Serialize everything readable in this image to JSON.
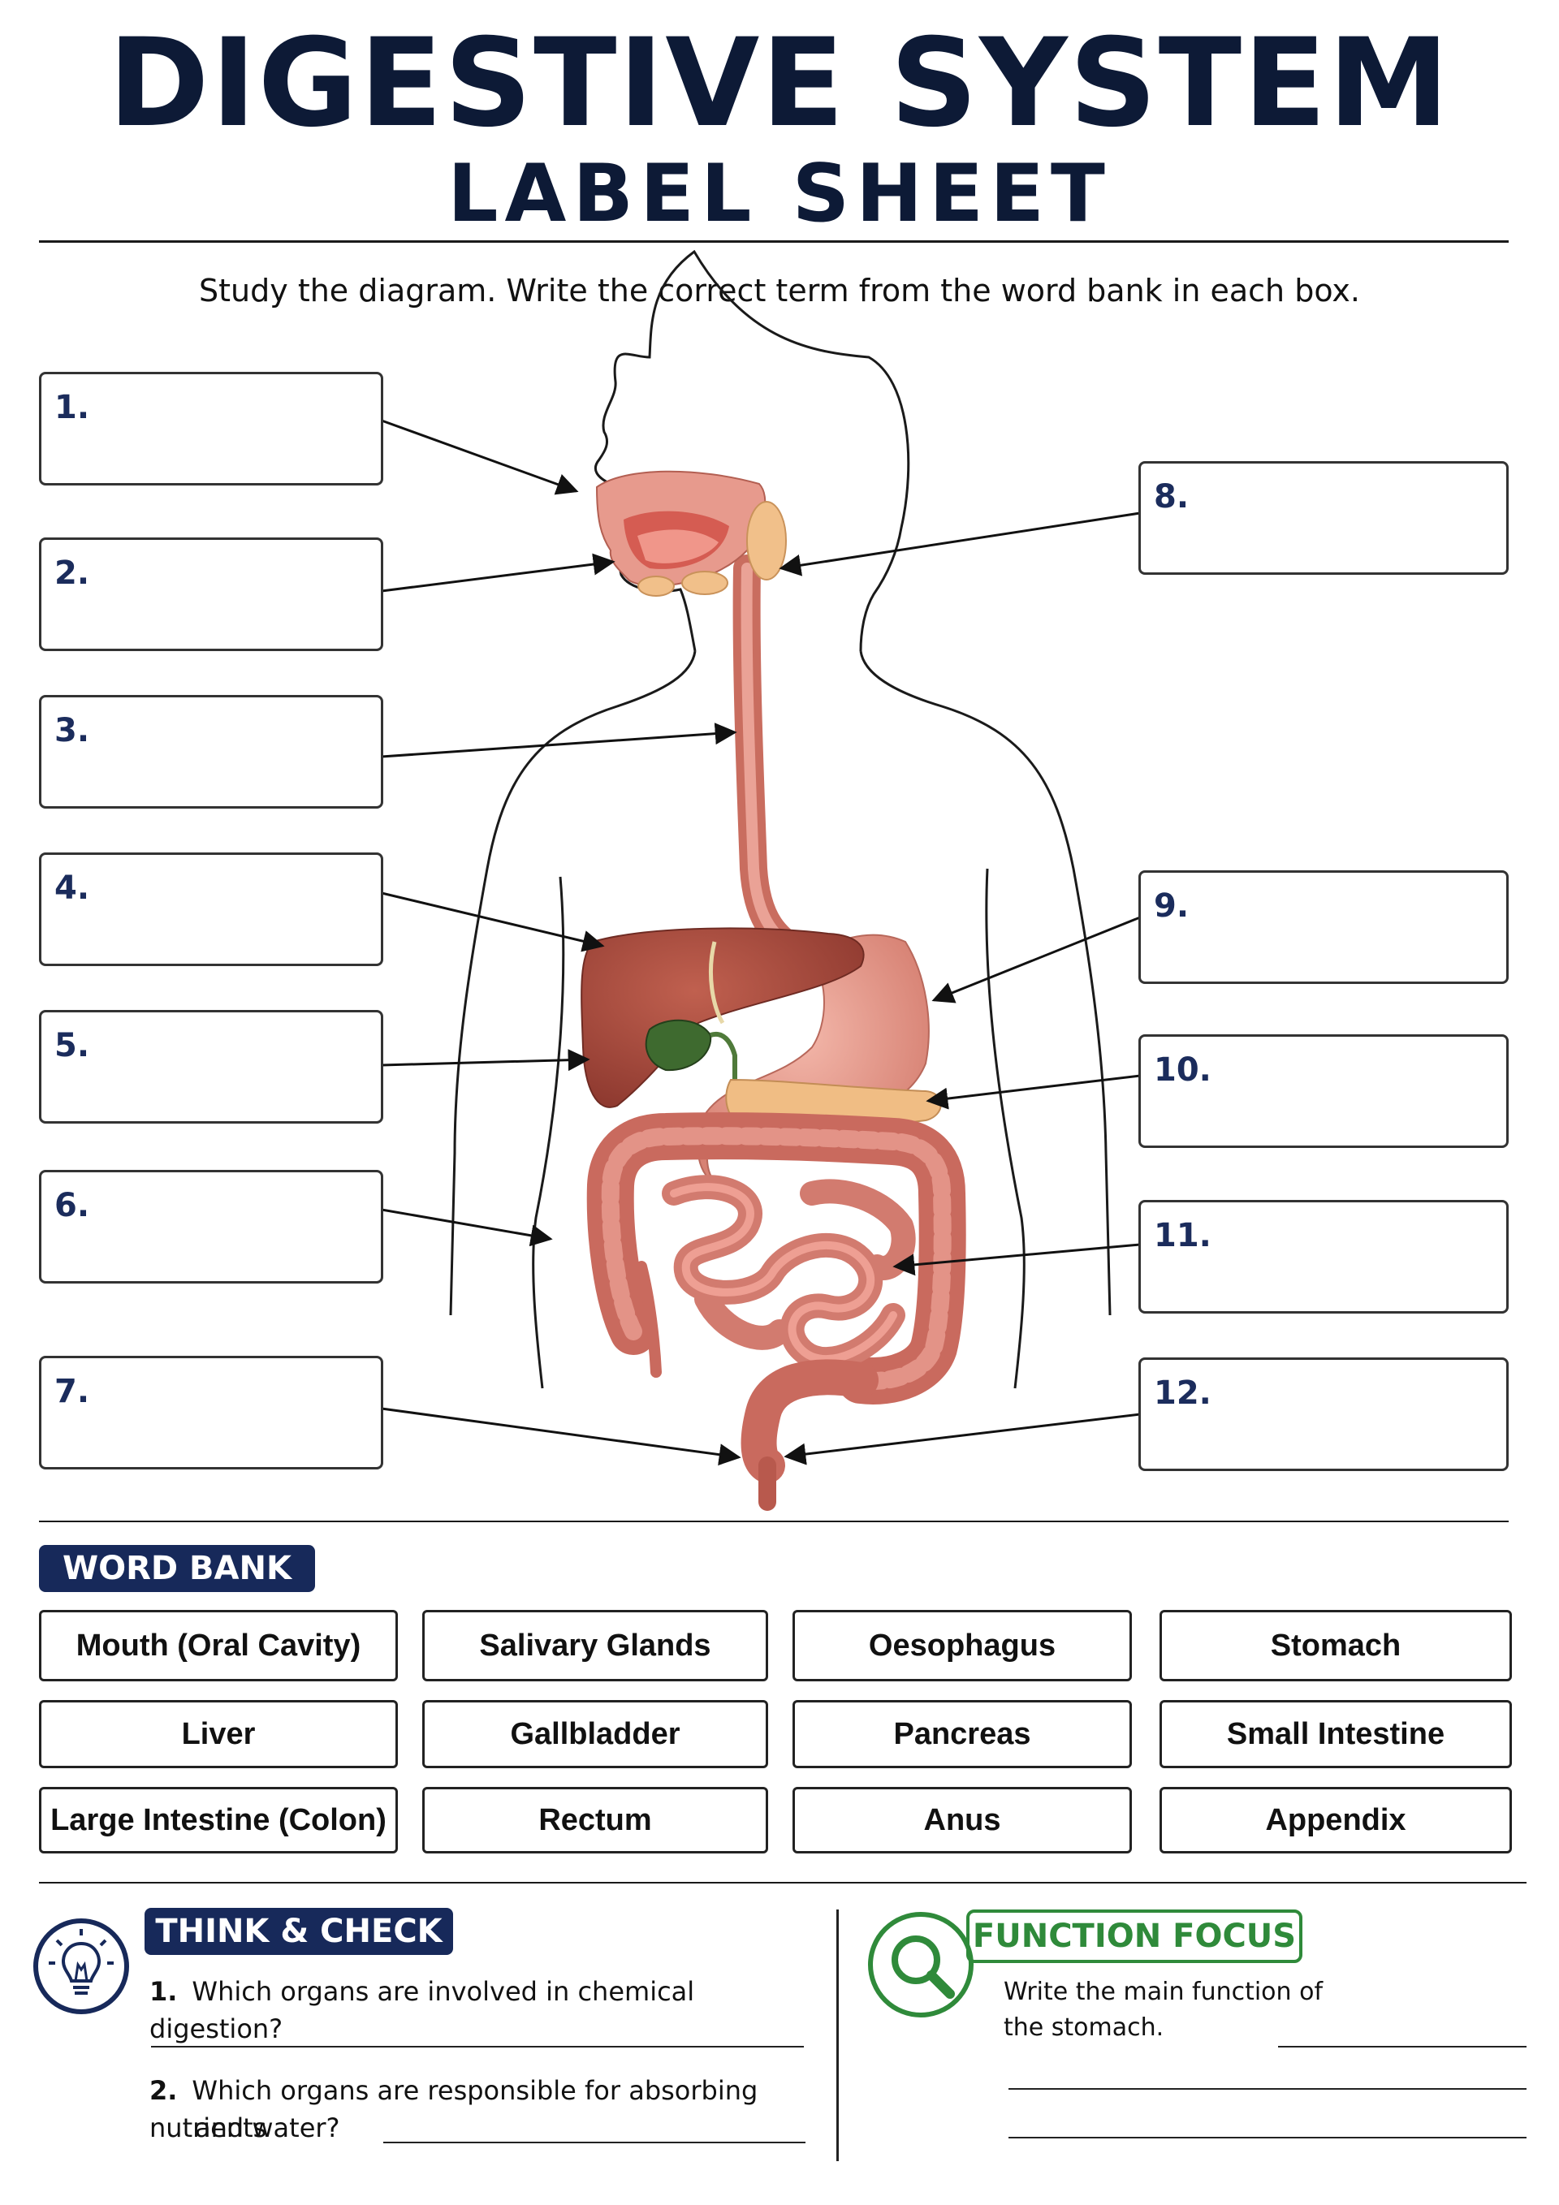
{
  "header": {
    "title": "DIGESTIVE SYSTEM",
    "subtitle": "LABEL SHEET",
    "instruction": "Study the diagram. Write the correct term from the word bank in each box."
  },
  "labels": [
    "1.",
    "2.",
    "3.",
    "4.",
    "5.",
    "6.",
    "7.",
    "8.",
    "9.",
    "10.",
    "11.",
    "12."
  ],
  "word_bank": {
    "title": "WORD BANK",
    "terms": [
      "Mouth (Oral Cavity)",
      "Salivary Glands",
      "Oesophagus",
      "Stomach",
      "Liver",
      "Gallbladder",
      "Pancreas",
      "Small Intestine",
      "Large Intestine (Colon)",
      "Rectum",
      "Anus",
      "Appendix"
    ]
  },
  "think_check": {
    "title": "THINK & CHECK",
    "q1_num": "1.",
    "q1_text": "Which organs are involved in chemical digestion?",
    "q2_num": "2.",
    "q2_line1": "Which organs are responsible for absorbing nutrients",
    "q2_line2": "and water?"
  },
  "function_focus": {
    "title": "FUNCTION FOCUS",
    "line1": "Write the main function of",
    "line2": "the stomach."
  },
  "icons": [
    "lightbulb-icon",
    "magnifier-icon"
  ],
  "colors": {
    "navy": "#17295a",
    "green": "#2f8a3a",
    "organ": "#d9867a",
    "liver": "#a6483c"
  }
}
